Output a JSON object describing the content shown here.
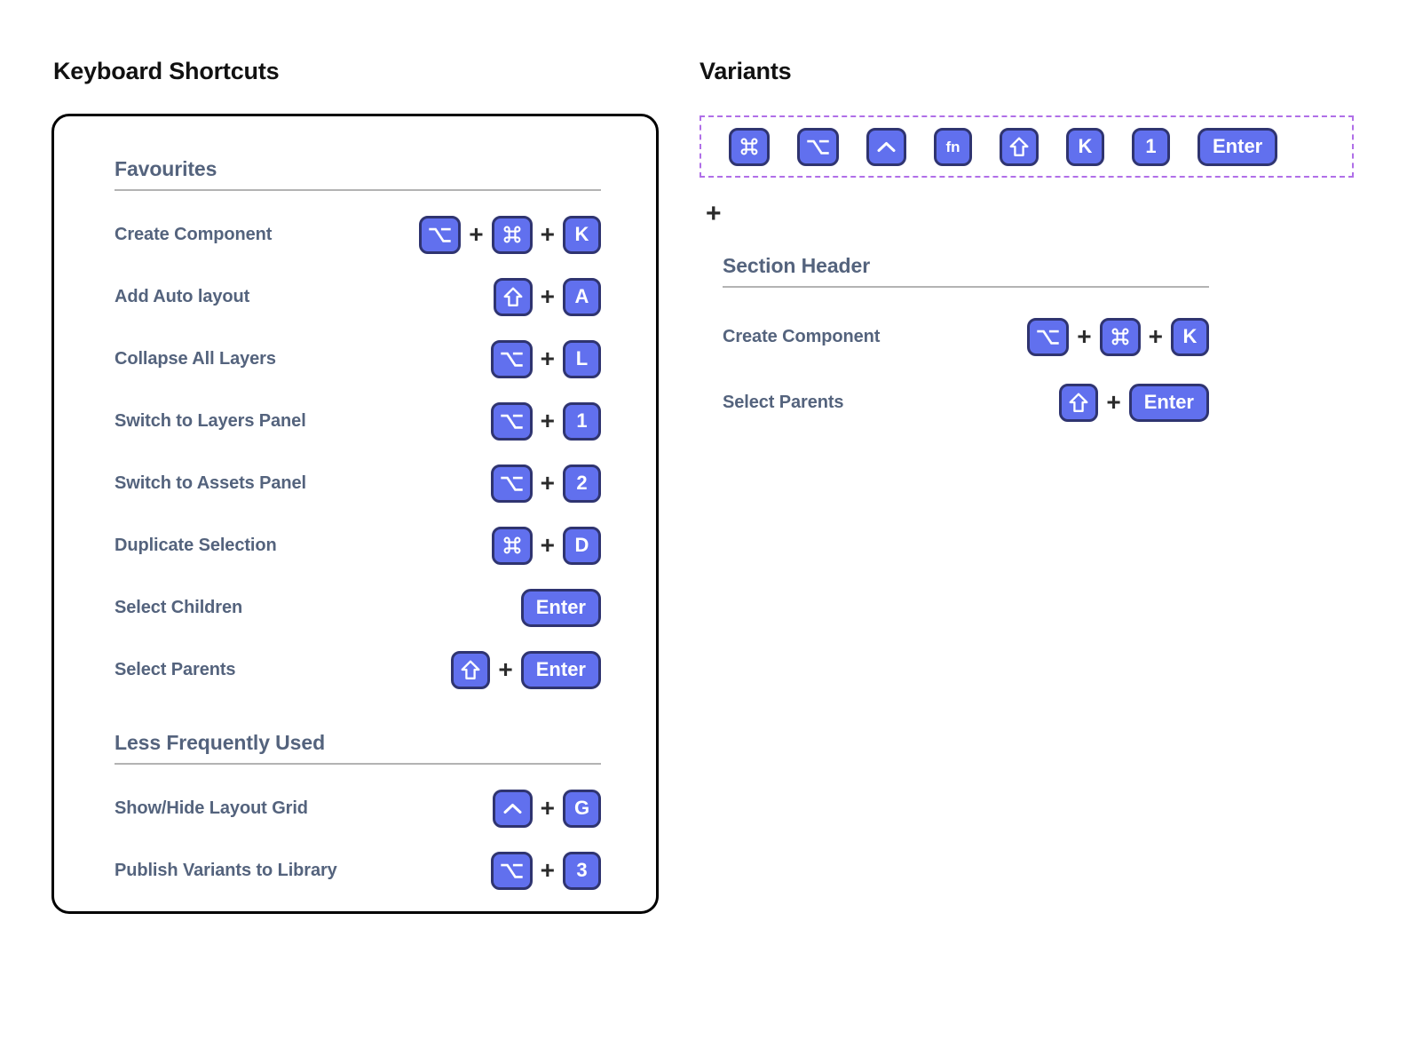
{
  "left": {
    "panel_title": "Keyboard Shortcuts",
    "sections": [
      {
        "header": "Favourites",
        "rows": [
          {
            "label": "Create Component",
            "keys": [
              "option",
              "command",
              "K"
            ]
          },
          {
            "label": "Add Auto layout",
            "keys": [
              "shift",
              "A"
            ]
          },
          {
            "label": "Collapse All Layers",
            "keys": [
              "option",
              "L"
            ]
          },
          {
            "label": "Switch to Layers Panel",
            "keys": [
              "option",
              "1"
            ]
          },
          {
            "label": "Switch to Assets Panel",
            "keys": [
              "option",
              "2"
            ]
          },
          {
            "label": "Duplicate Selection",
            "keys": [
              "command",
              "D"
            ]
          },
          {
            "label": "Select Children",
            "keys": [
              "Enter"
            ]
          },
          {
            "label": "Select Parents",
            "keys": [
              "shift",
              "Enter"
            ]
          }
        ]
      },
      {
        "header": "Less Frequently Used",
        "rows": [
          {
            "label": "Show/Hide Layout Grid",
            "keys": [
              "control",
              "G"
            ]
          },
          {
            "label": "Publish Variants to Library",
            "keys": [
              "option",
              "3"
            ]
          }
        ]
      }
    ]
  },
  "right": {
    "panel_title": "Variants",
    "variant_keys": [
      "command",
      "option",
      "control",
      "fn",
      "shift",
      "K",
      "1",
      "Enter"
    ],
    "plus_symbol": "+",
    "section": {
      "header": "Section Header",
      "rows": [
        {
          "label": "Create Component",
          "keys": [
            "option",
            "command",
            "K"
          ]
        },
        {
          "label": "Select Parents",
          "keys": [
            "shift",
            "Enter"
          ]
        }
      ]
    }
  },
  "icons": {
    "command": "command-icon",
    "option": "option-icon",
    "control": "control-icon",
    "shift": "shift-icon",
    "fn": "fn"
  },
  "colors": {
    "key_fill": "#6170ee",
    "key_border": "#2f3470",
    "key_text": "#ffffff",
    "label_text": "#54637d",
    "header_text": "#54637d",
    "header_rule": "#b3b3b3",
    "card_border": "#000000",
    "selection_dash": "#b06fe8",
    "title_text": "#111111",
    "plus_text": "#2b2b2b"
  },
  "separator": "+"
}
